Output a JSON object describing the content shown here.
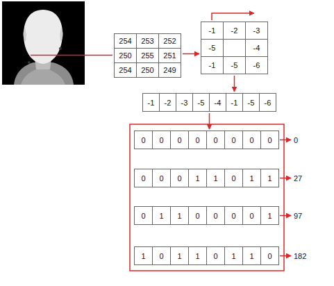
{
  "diagram": {
    "nodes": [
      {
        "text": [
          "254",
          "253",
          "252",
          "250",
          "255",
          "251",
          "254",
          "250",
          "249"
        ]
      },
      {
        "text": [
          "-1",
          "-2",
          "-3",
          "-5",
          "-4",
          "-1",
          "-5",
          "-6"
        ]
      },
      {
        "text": [
          "-1",
          "-2",
          "-3",
          "-5",
          "-4",
          "-1",
          "-5",
          "-6"
        ]
      },
      {
        "text": [
          "0",
          "0",
          "0",
          "0",
          "0",
          "0",
          "0",
          "0"
        ]
      },
      {
        "text": [
          "0",
          "0",
          "0",
          "1",
          "1",
          "0",
          "1",
          "1"
        ]
      },
      {
        "text": [
          "0",
          "1",
          "1",
          "0",
          "0",
          "0",
          "0",
          "1"
        ]
      },
      {
        "text": [
          "1",
          "0",
          "1",
          "1",
          "0",
          "1",
          "1",
          "0"
        ]
      }
    ],
    "edges": [
      {
        "from": 0,
        "to": 1,
        "arrow": "to"
      },
      {
        "from": 1,
        "to": 2,
        "arrow": "to"
      },
      {
        "from": 2,
        "to": 3,
        "arrow": "to"
      }
    ],
    "labels": [
      "0",
      "27",
      "97",
      "182"
    ]
  }
}
